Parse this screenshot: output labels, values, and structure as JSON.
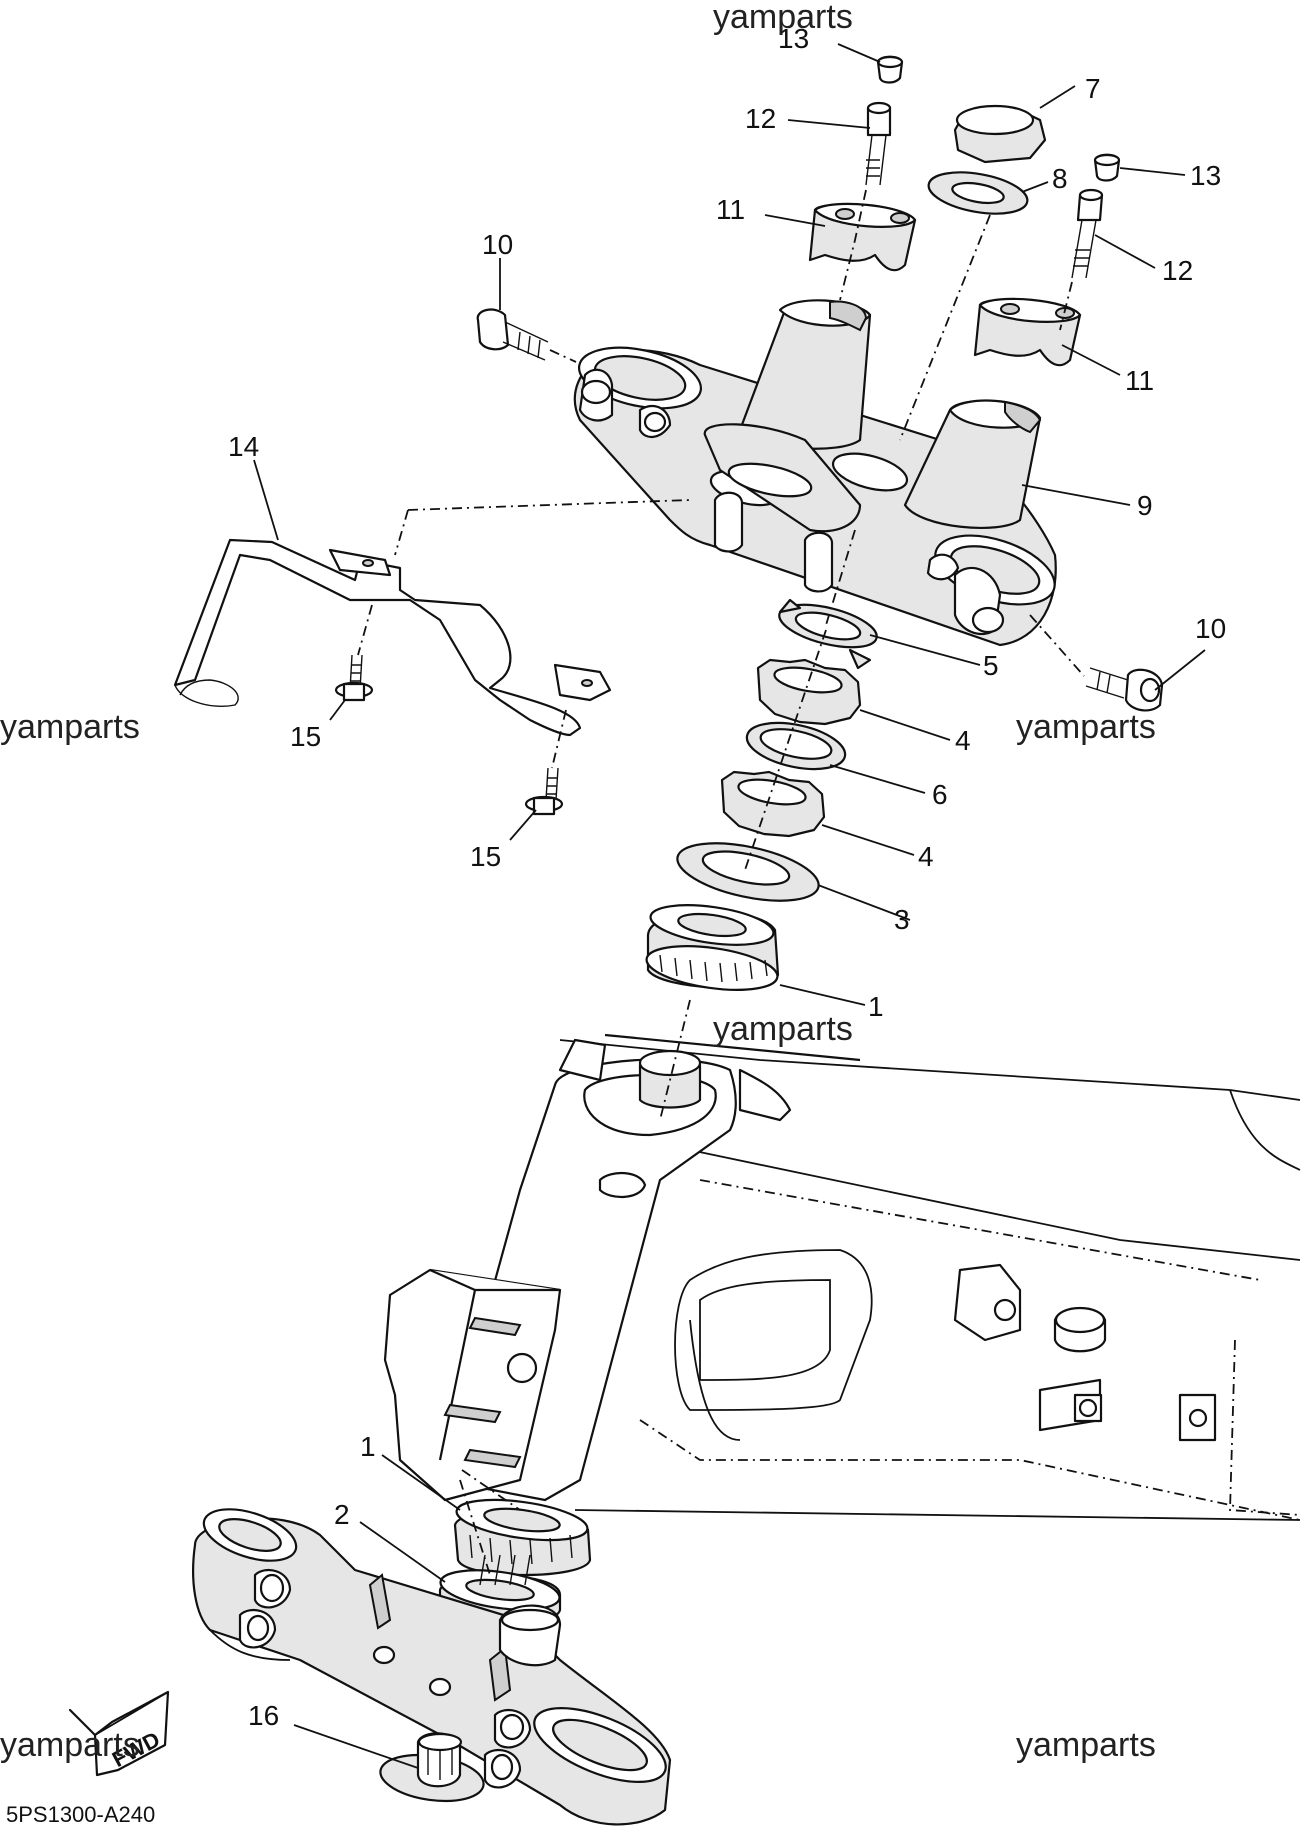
{
  "diagram": {
    "code": "5PS1300-A240",
    "watermark": "yamparts",
    "fwd_label": "FWD",
    "part_numbers": {
      "p1a": "1",
      "p1b": "1",
      "p2": "2",
      "p3": "3",
      "p4a": "4",
      "p4b": "4",
      "p5": "5",
      "p6": "6",
      "p7": "7",
      "p8": "8",
      "p9": "9",
      "p10a": "10",
      "p10b": "10",
      "p11a": "11",
      "p11b": "11",
      "p12a": "12",
      "p12b": "12",
      "p13a": "13",
      "p13b": "13",
      "p14": "14",
      "p15a": "15",
      "p15b": "15",
      "p16": "16"
    }
  }
}
